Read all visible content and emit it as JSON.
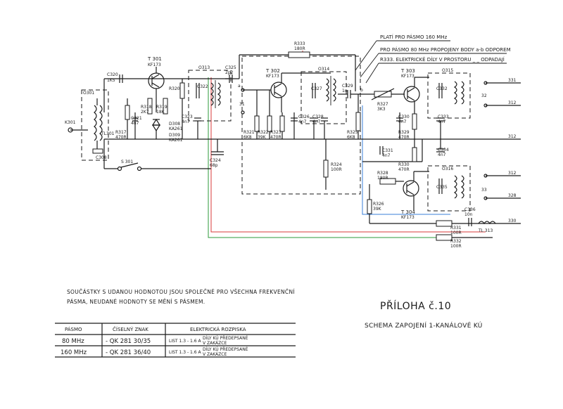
{
  "annotations": {
    "line1": "PLATÍ PRO PÁSMO 160 MHz",
    "line2": "PRO PÁSMO 80 MHz PROPOJENY BODY a-b ODPOREM",
    "line3": "R333. ELEKTRICKÉ DÍLY V PROSTORU _ _ ODPADAJÍ"
  },
  "labels": {
    "T301": "T 301",
    "T301_type": "KF173",
    "T302": "T 302",
    "T302_type": "KF173",
    "T303": "T 303",
    "T303_type": "KF173",
    "T304": "T 304",
    "T304_type": "KF173",
    "C320": "C320",
    "C320_v": "1K5",
    "C321": "C321",
    "C321_v": "4n7",
    "C322": "C322",
    "C323": "C323",
    "C323_v": "4n7",
    "C324": "C324",
    "C324_v": "68p",
    "C325": "C325",
    "C325_v": "2p2",
    "C326": "C326",
    "C326_v": "4n7",
    "C327": "C327",
    "C328": "C328",
    "C328_v": "4n7",
    "C329": "C329",
    "C329_v": "1n",
    "C330": "C330",
    "C330_v": "4n7",
    "C331": "C331",
    "C331_v": "4n7",
    "C332": "C332",
    "C333": "C333",
    "C333_v": "4n7",
    "C334": "C334",
    "C334_v": "4n7",
    "C335": "C335",
    "C336": "C336",
    "C336_v": "10n",
    "R317": "R317",
    "R317_v": "470R",
    "R318": "R318",
    "R318_v": "2K7",
    "R319": "R319",
    "R319_v": "18K",
    "R320": "R320",
    "R321": "R321",
    "R321_v": "6K8",
    "R322": "R322",
    "R322_v": "39K",
    "R323": "R323",
    "R323_v": "470R",
    "R324": "R324",
    "R324_v": "100R",
    "R325": "R325",
    "R325_v": "6K8",
    "R326": "R326",
    "R326_v": "39K",
    "R327": "R327",
    "R327_v": "3K3",
    "R328": "R328",
    "R328_v": "180R",
    "R329": "R329",
    "R329_v": "470R",
    "R330": "R330",
    "R330_v": "470R",
    "R331": "R331",
    "R331_v": "100R",
    "R332": "R332",
    "R332_v": "100R",
    "R333": "R333",
    "R333_v": "180R",
    "D308": "D308",
    "D308_v": "KA261",
    "D309": "D309",
    "D309_v": "KA261",
    "O301": "O301",
    "O313": "O313",
    "O314": "O314",
    "O315": "O315",
    "O316": "O316",
    "K301": "K301",
    "TL301": "TL301",
    "C308": "C308",
    "S301": "S 301",
    "TL313": "TL 313",
    "pt_a": "a",
    "pt_b": "b",
    "pt_31": "31",
    "pt_32": "32",
    "pt_33": "33",
    "t331": "331",
    "t312a": "312",
    "t312b": "312",
    "t312c": "312",
    "t328": "328",
    "t330": "330"
  },
  "note": {
    "line1": "SOUČÁSTKY S UDANOU HODNOTOU JSOU SPOLEČNÉ PRO VŠECHNA FREKVENČNÍ",
    "line2": "PÁSMA, NEUDANÉ HODNOTY SE MĚNÍ S PÁSMEM."
  },
  "table": {
    "headers": [
      "PÁSMO",
      "ČÍSELNÝ ZNAK",
      "ELEKTRICKÁ ROZPISKA"
    ],
    "rows": [
      {
        "band": "80 MHz",
        "code": "- QK 281 30/35",
        "list": "LIST 1.3 - 1.6 A",
        "desc1": "DÍLY KÚ PŘEDEPSANÉ",
        "desc2": "V ZAKÁZCE"
      },
      {
        "band": "160 MHz",
        "code": "- QK 281 36/40",
        "list": "LIST 1.3 - 1.6 A",
        "desc1": "DÍLY KÚ PŘEDEPSANÉ",
        "desc2": "V ZAKÁZCE"
      }
    ]
  },
  "title": {
    "main": "PŘÍLOHA č.10",
    "sub": "SCHEMA ZAPOJENÍ 1-KANÁLOVÉ KÚ"
  },
  "colors": {
    "red": "#d93a3a",
    "green": "#2e9a3a",
    "blue": "#3a7fd9"
  }
}
